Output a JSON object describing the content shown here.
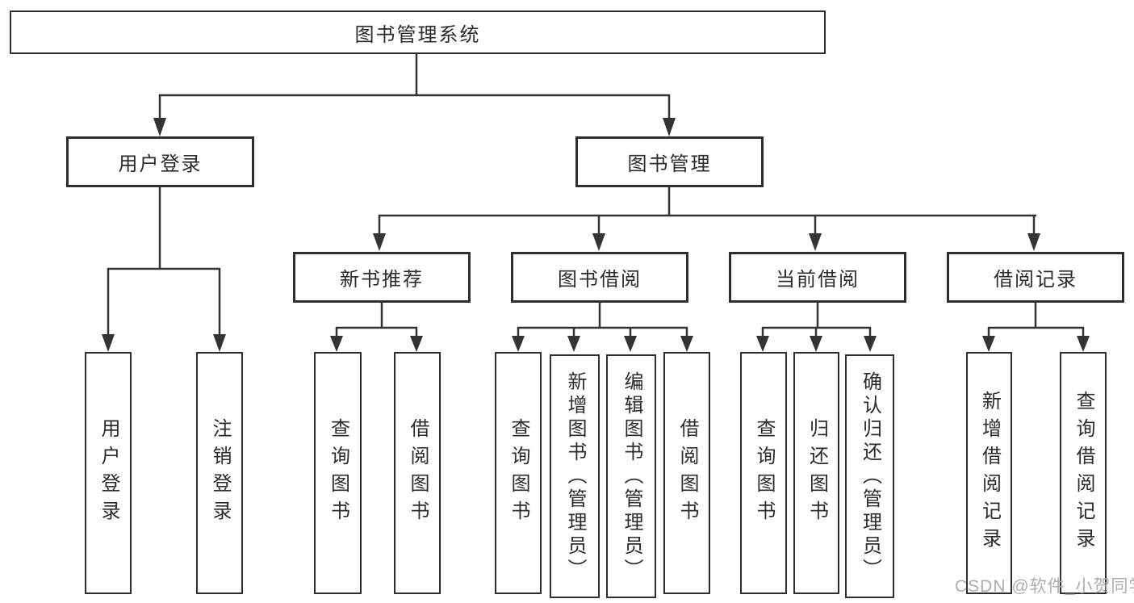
{
  "diagram": {
    "title": "图书管理系统",
    "branches": {
      "user_login": "用户登录",
      "book_mgmt": "图书管理"
    },
    "modules": {
      "new_book_rec": "新书推荐",
      "book_borrow": "图书借阅",
      "current_borrow": "当前借阅",
      "borrow_records": "借阅记录"
    },
    "leaves": {
      "user_login": "用户登录",
      "logout": "注销登录",
      "rec_query_books": "查询图书",
      "rec_borrow_books": "借阅图书",
      "bor_query_books": "查询图书",
      "bor_add_books": "新增图书（管理员）",
      "bor_edit_books": "编辑图书（管理员）",
      "bor_borrow_books": "借阅图书",
      "cur_query_books": "查询图书",
      "cur_return_books": "归还图书",
      "cur_confirm_return": "确认归还（管理员）",
      "rec2_add_record": "新增借阅记录",
      "rec2_query_record": "查询借阅记录"
    }
  },
  "watermark": "CSDN @软件_小贺同学",
  "colors": {
    "line": "#333333",
    "box_border": "#2e2e2e",
    "text": "#2b2b2b",
    "background": "#ffffff",
    "watermark": "#aeaeae"
  }
}
